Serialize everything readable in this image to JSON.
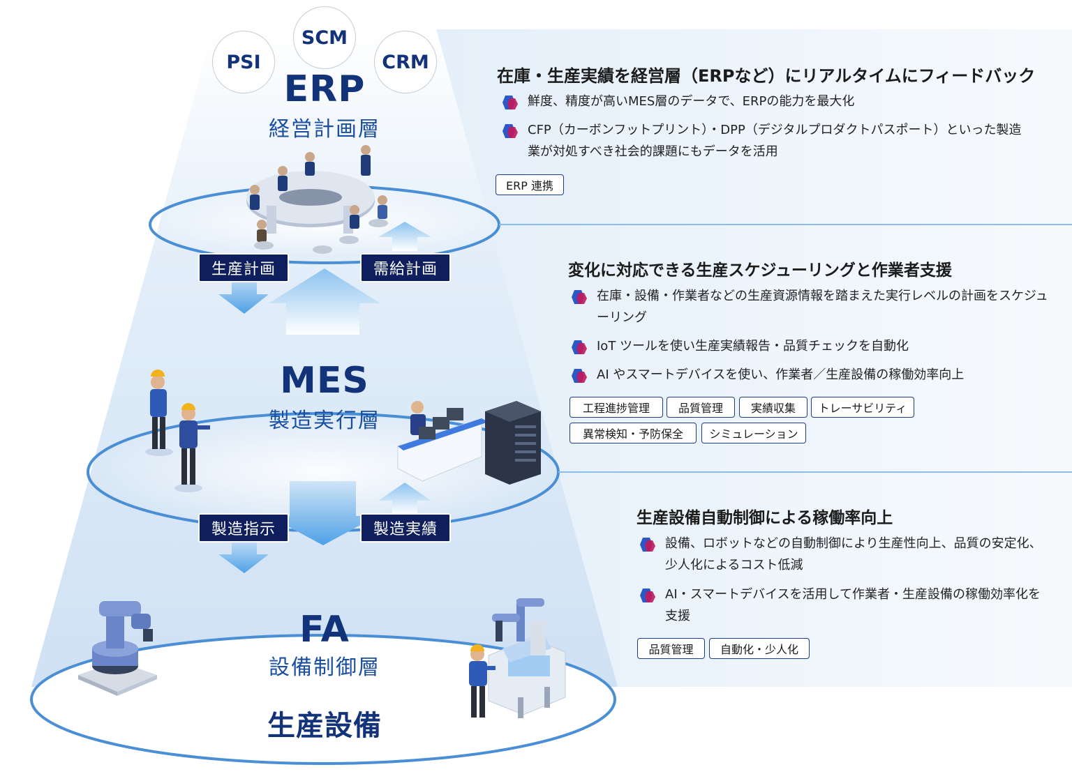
{
  "top_circles": [
    "PSI",
    "SCM",
    "CRM"
  ],
  "layers": {
    "erp": {
      "title": "ERP",
      "subtitle": "経営計画層"
    },
    "mes": {
      "title": "MES",
      "subtitle": "製造実行層"
    },
    "fa": {
      "title": "FA",
      "subtitle": "設備制御層"
    },
    "base": {
      "title": "生産設備"
    }
  },
  "flows": {
    "production_plan": "生産計画",
    "supply_plan": "需給計画",
    "manufacturing_instruction": "製造指示",
    "manufacturing_result": "製造実績"
  },
  "sections": [
    {
      "title": "在庫・生産実績を経営層（ERPなど）にリアルタイムにフィードバック",
      "bullets": [
        "鮮度、精度が高いMES層のデータで、ERPの能力を最大化",
        "CFP（カーボンフットプリント）・DPP（デジタルプロダクトパスポート）といった製造業が対処すべき社会的課題にもデータを活用"
      ],
      "tags": [
        "ERP 連携"
      ]
    },
    {
      "title": "変化に対応できる生産スケジューリングと作業者支援",
      "bullets": [
        "在庫・設備・作業者などの生産資源情報を踏まえた実行レベルの計画をスケジューリング",
        "IoT ツールを使い生産実績報告・品質チェックを自動化",
        "AI やスマートデバイスを使い、作業者／生産設備の稼働効率向上"
      ],
      "tags": [
        "工程進捗管理",
        "品質管理",
        "実績収集",
        "トレーサビリティ",
        "異常検知・予防保全",
        "シミュレーション"
      ]
    },
    {
      "title": "生産設備自動制御による稼働率向上",
      "bullets": [
        "設備、ロボットなどの自動制御により生産性向上、品質の安定化、少人化によるコスト低減",
        "AI・スマートデバイスを活用して作業者・生産設備の稼働効率化を支援"
      ],
      "tags": [
        "品質管理",
        "自動化・少人化"
      ]
    }
  ],
  "colors": {
    "navy": "#0f1f5e",
    "title_blue": "#12337a",
    "sub_blue": "#1a4ea0",
    "bullet_blue": "#2a58c8",
    "bullet_magenta": "#c2185b"
  },
  "icons": [
    "meeting-table-illustration",
    "workers-illustration",
    "control-desk-illustration",
    "server-rack-illustration",
    "robot-arm-illustration",
    "factory-robot-illustration"
  ]
}
